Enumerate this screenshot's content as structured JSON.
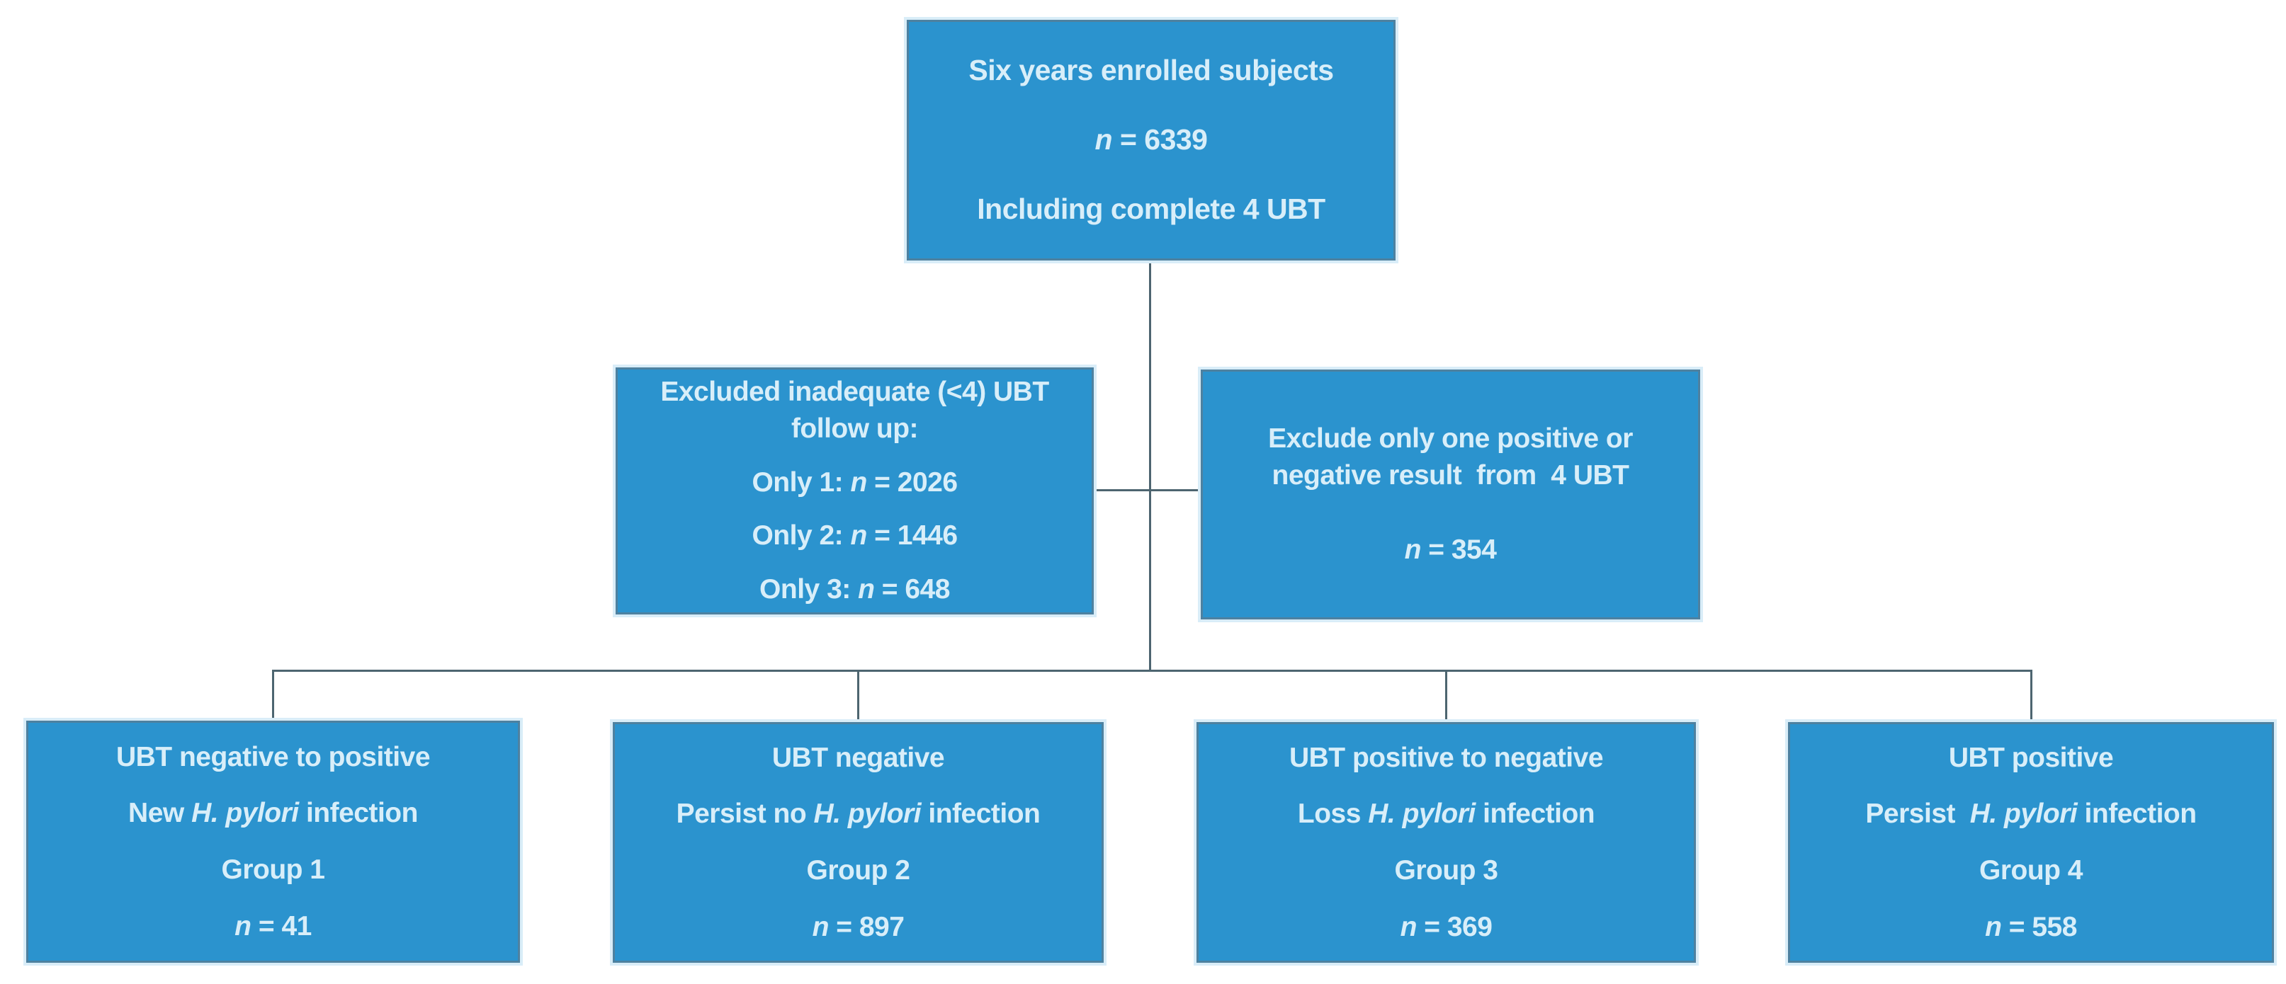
{
  "figure": {
    "type": "flowchart",
    "description": "Six-year enrollment and UBT follow-up grouping flowchart"
  },
  "style": {
    "page_bg": "#ffffff",
    "box_fill": "#2b93ce",
    "box_border": "#4e81a0",
    "box_halo": "#d9edf8",
    "text_color": "#d8eef9",
    "connector_color": "#4d6570"
  },
  "nodes": {
    "enrolled": {
      "lines": [
        {
          "seg": [
            {
              "t": "Six years enrolled subjects"
            }
          ]
        },
        {
          "seg": [
            {
              "t": "n",
              "i": 1
            },
            {
              "t": " = 6339"
            }
          ]
        },
        {
          "seg": [
            {
              "t": "Including complete 4 UBT"
            }
          ]
        }
      ]
    },
    "excluded_inadequate": {
      "lines": [
        {
          "seg": [
            {
              "t": "Excluded inadequate (<4) UBT"
            }
          ]
        },
        {
          "seg": [
            {
              "t": "follow up:"
            }
          ],
          "cont": true
        },
        {
          "seg": [
            {
              "t": "Only 1: "
            },
            {
              "t": "n",
              "i": 1
            },
            {
              "t": " = 2026"
            }
          ]
        },
        {
          "seg": [
            {
              "t": "Only 2: "
            },
            {
              "t": "n",
              "i": 1
            },
            {
              "t": " = 1446"
            }
          ]
        },
        {
          "seg": [
            {
              "t": "Only 3: "
            },
            {
              "t": "n",
              "i": 1
            },
            {
              "t": " = 648"
            }
          ]
        }
      ]
    },
    "excluded_single_result": {
      "lines": [
        {
          "seg": [
            {
              "t": "Exclude only one positive or"
            }
          ]
        },
        {
          "seg": [
            {
              "t": "negative result  from  4 UBT"
            }
          ],
          "cont": true
        },
        {
          "seg": [
            {
              "t": "n",
              "i": 1
            },
            {
              "t": " = 354"
            }
          ]
        }
      ]
    },
    "group1": {
      "lines": [
        {
          "seg": [
            {
              "t": "UBT negative to positive"
            }
          ]
        },
        {
          "seg": [
            {
              "t": "New "
            },
            {
              "t": "H. pylori",
              "i": 1
            },
            {
              "t": " infection"
            }
          ]
        },
        {
          "seg": [
            {
              "t": "Group 1"
            }
          ]
        },
        {
          "seg": [
            {
              "t": "n",
              "i": 1
            },
            {
              "t": " = 41"
            }
          ]
        }
      ]
    },
    "group2": {
      "lines": [
        {
          "seg": [
            {
              "t": "UBT negative"
            }
          ]
        },
        {
          "seg": [
            {
              "t": "Persist no "
            },
            {
              "t": "H. pylori",
              "i": 1
            },
            {
              "t": " infection"
            }
          ]
        },
        {
          "seg": [
            {
              "t": "Group 2"
            }
          ]
        },
        {
          "seg": [
            {
              "t": "n",
              "i": 1
            },
            {
              "t": " = 897"
            }
          ]
        }
      ]
    },
    "group3": {
      "lines": [
        {
          "seg": [
            {
              "t": "UBT positive to negative"
            }
          ]
        },
        {
          "seg": [
            {
              "t": "Loss "
            },
            {
              "t": "H. pylori",
              "i": 1
            },
            {
              "t": " infection"
            }
          ]
        },
        {
          "seg": [
            {
              "t": "Group 3"
            }
          ]
        },
        {
          "seg": [
            {
              "t": "n",
              "i": 1
            },
            {
              "t": " = 369"
            }
          ]
        }
      ]
    },
    "group4": {
      "lines": [
        {
          "seg": [
            {
              "t": "UBT positive"
            }
          ]
        },
        {
          "seg": [
            {
              "t": "Persist  "
            },
            {
              "t": "H. pylori",
              "i": 1
            },
            {
              "t": " infection"
            }
          ]
        },
        {
          "seg": [
            {
              "t": "Group 4"
            }
          ]
        },
        {
          "seg": [
            {
              "t": "n",
              "i": 1
            },
            {
              "t": " = 558"
            }
          ]
        }
      ]
    }
  }
}
